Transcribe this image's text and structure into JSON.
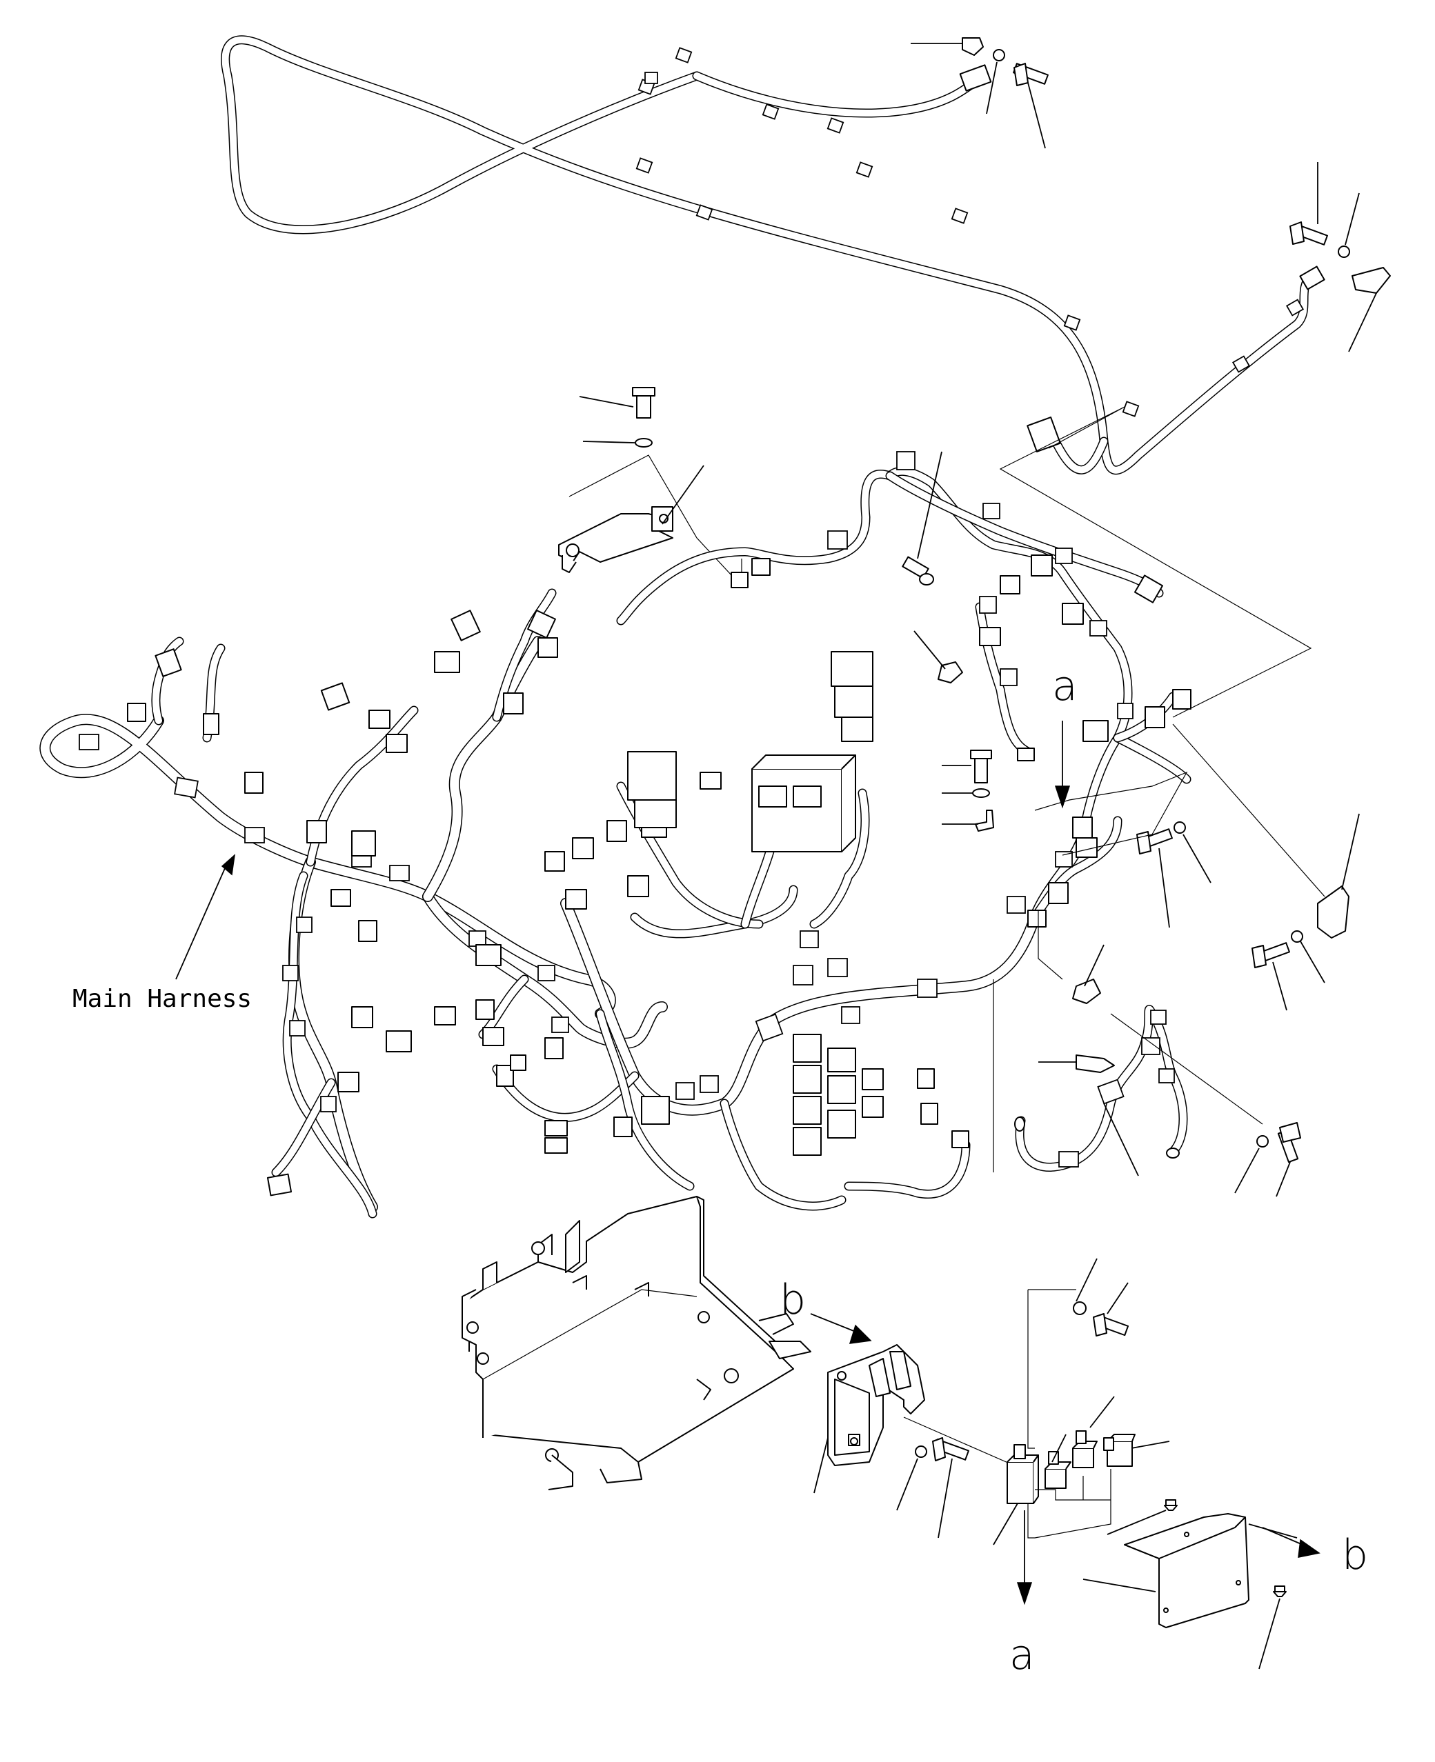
{
  "diagram": {
    "labels": {
      "main_harness": "Main Harness",
      "ref_a_top": "a",
      "ref_a_bottom": "a",
      "ref_b_left": "b",
      "ref_b_right": "b"
    },
    "parts": [
      "upper-harness",
      "main-harness",
      "bracket-upper",
      "battery-cable",
      "fuse-relay-bracket",
      "relay-mounting-plate",
      "relay-cover",
      "relays",
      "bolts",
      "washers",
      "clips"
    ]
  }
}
